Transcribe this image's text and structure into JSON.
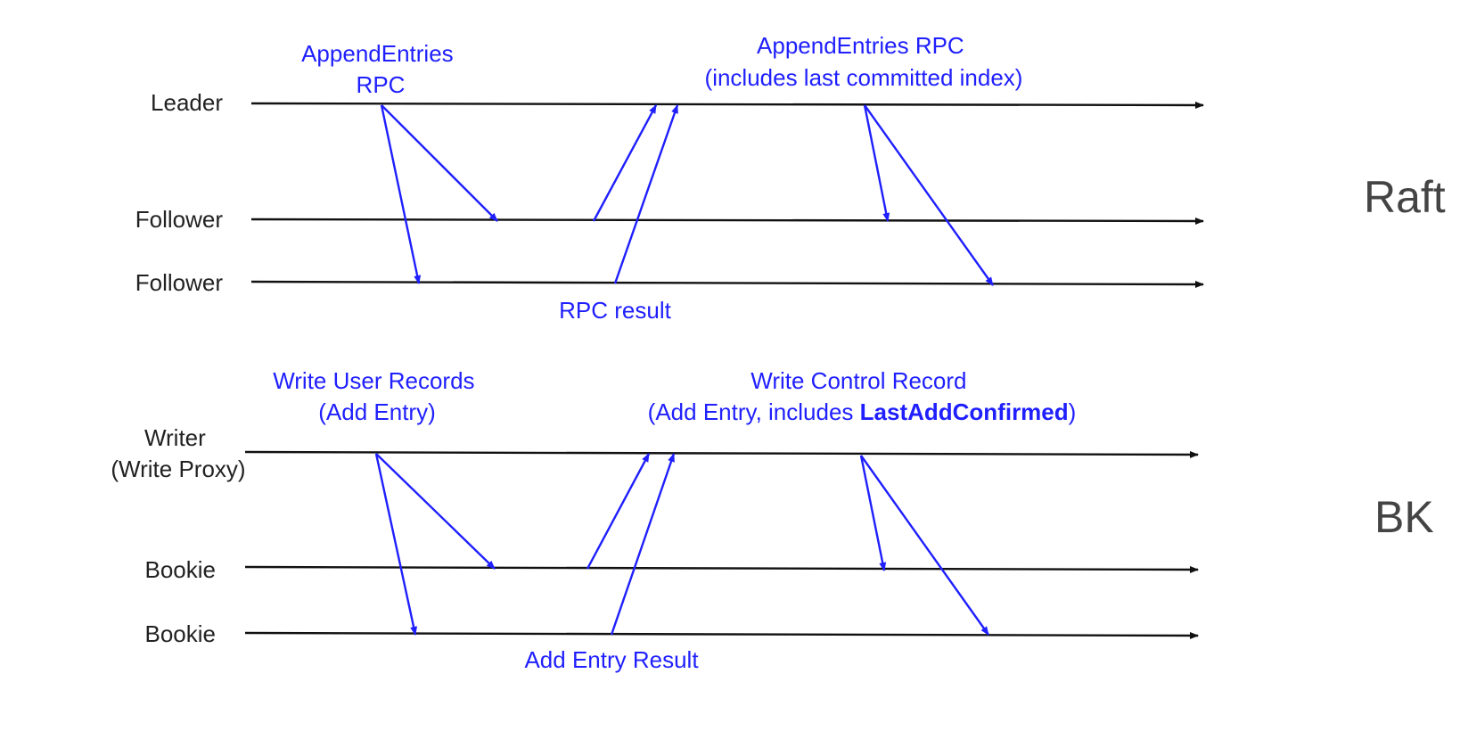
{
  "colors": {
    "timeline": "#111111",
    "message": "#1f1fff",
    "actor_text": "#222222",
    "side_text": "#444444"
  },
  "raft": {
    "section_label": "Raft",
    "actors": {
      "leader": "Leader",
      "follower_1": "Follower",
      "follower_2": "Follower"
    },
    "append_rpc": {
      "line1": "AppendEntries",
      "line2": "RPC"
    },
    "append_rpc_commit": {
      "line1": "AppendEntries RPC",
      "line2": "(includes last committed index)"
    },
    "rpc_result": "RPC result"
  },
  "bk": {
    "section_label": "BK",
    "actors": {
      "writer_line1": "Writer",
      "writer_line2": "(Write Proxy)",
      "bookie_1": "Bookie",
      "bookie_2": "Bookie"
    },
    "write_user": {
      "line1": "Write User Records",
      "line2": "(Add Entry)"
    },
    "write_control": {
      "line1": "Write Control Record",
      "line2_prefix": "(Add Entry, includes ",
      "line2_bold": "LastAddConfirmed",
      "line2_suffix": ")"
    },
    "add_entry_result": "Add Entry Result"
  }
}
